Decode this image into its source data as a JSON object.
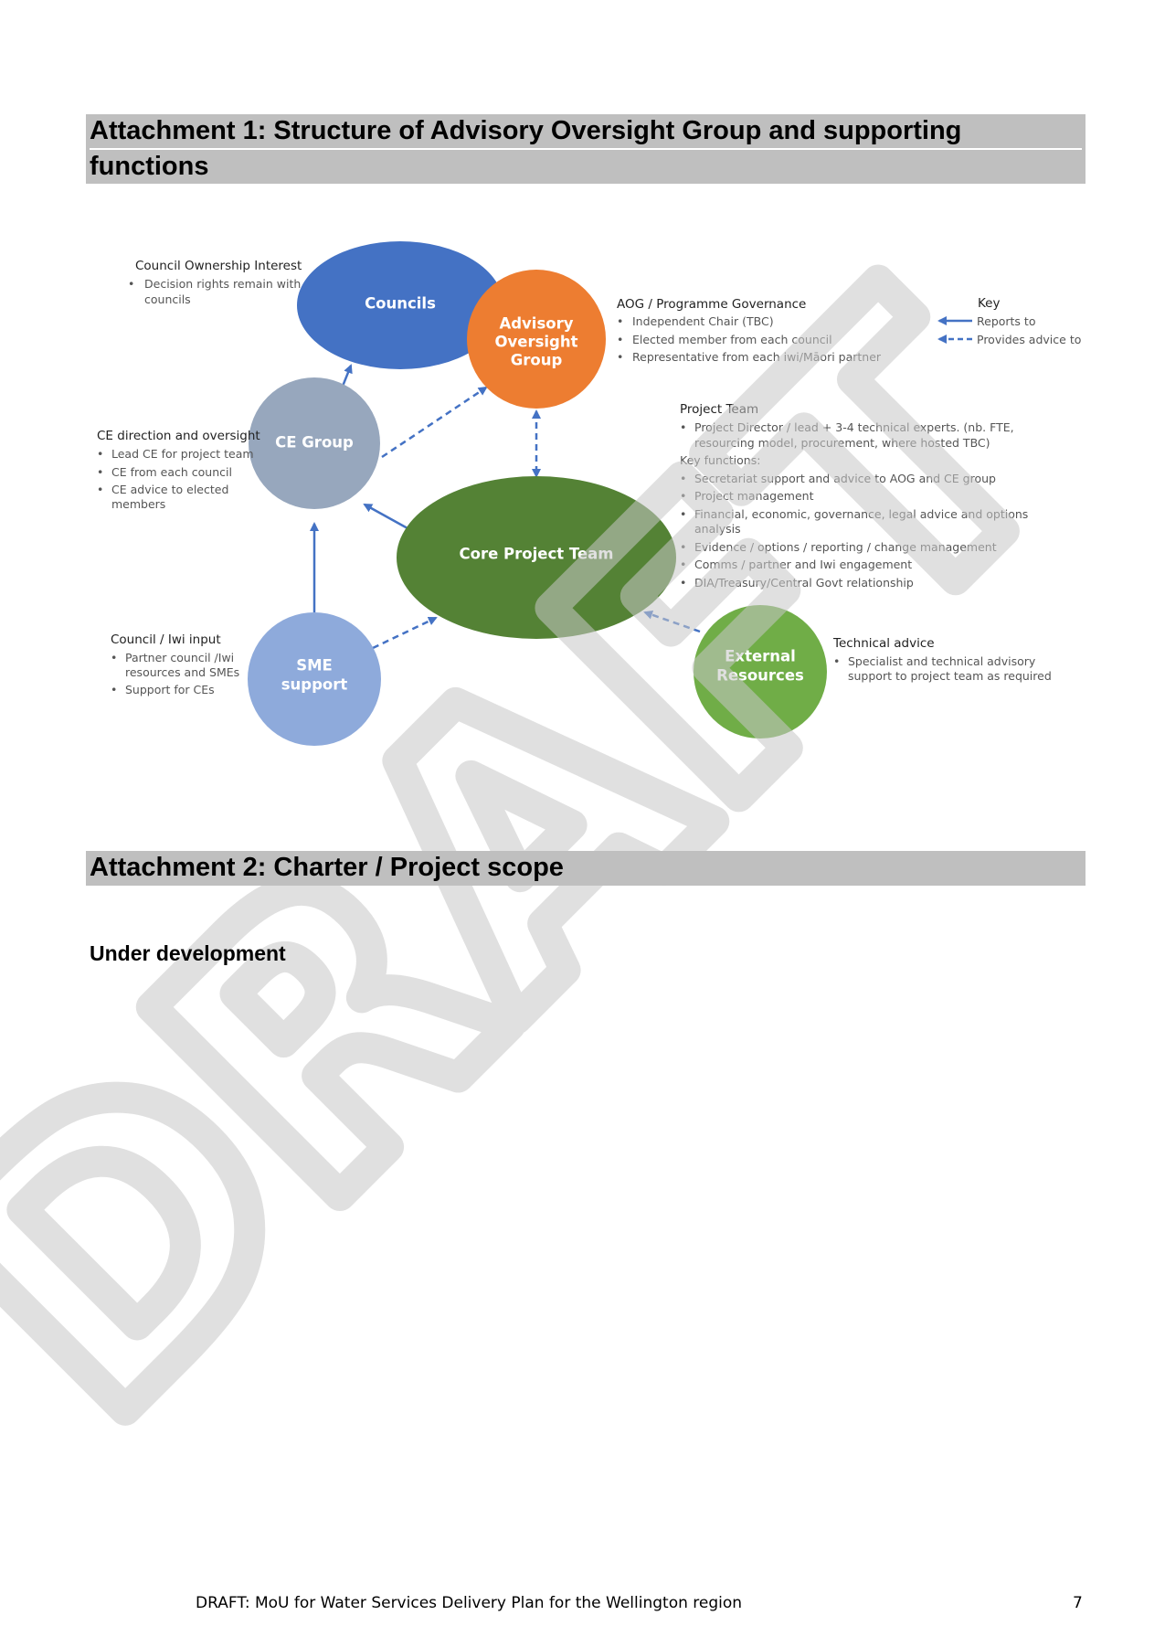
{
  "attachment1": {
    "title_line1": "Attachment 1: Structure of Advisory Oversight Group and supporting",
    "title_line2": "functions"
  },
  "diagram": {
    "nodes": {
      "councils": "Councils",
      "aog": [
        "Advisory",
        "Oversight",
        "Group"
      ],
      "ce_group": "CE Group",
      "core": "Core Project Team",
      "sme": [
        "SME",
        "support"
      ],
      "external": [
        "External",
        "Resources"
      ]
    },
    "council_note": {
      "heading": "Council Ownership Interest",
      "bullets": [
        [
          "Decision rights remain with",
          "councils"
        ]
      ]
    },
    "aog_note": {
      "heading": "AOG / Programme Governance",
      "bullets": [
        [
          "Independent Chair (TBC)"
        ],
        [
          "Elected member from each council"
        ],
        [
          "Representative from each iwi/Māori partner"
        ]
      ]
    },
    "key": {
      "heading": "Key",
      "reports_to": "Reports to",
      "advice_to": "Provides advice to"
    },
    "project_team_note": {
      "heading": "Project Team",
      "bullets": [
        [
          "Project Director / lead  + 3-4 technical experts. (nb. FTE,",
          "resourcing model, procurement, where hosted TBC)"
        ]
      ],
      "key_functions_label": "Key functions:",
      "functions": [
        [
          "Secretariat support and advice to AOG and CE group"
        ],
        [
          "Project management"
        ],
        [
          "Financial, economic, governance, legal advice and options",
          "analysis"
        ],
        [
          "Evidence / options / reporting / change management"
        ],
        [
          "Comms / partner and Iwi engagement"
        ],
        [
          "DIA/Treasury/Central Govt relationship"
        ]
      ]
    },
    "ce_note": {
      "heading": "CE direction and oversight",
      "bullets": [
        [
          "Lead CE for project team"
        ],
        [
          "CE from each council"
        ],
        [
          "CE advice to elected",
          "members"
        ]
      ]
    },
    "council_iwi_note": {
      "heading": "Council / Iwi input",
      "bullets": [
        [
          "Partner council /Iwi",
          "resources and SMEs"
        ],
        [
          "Support for CEs"
        ]
      ]
    },
    "technical_note": {
      "heading": "Technical advice",
      "bullets": [
        [
          "Specialist and technical advisory",
          "support to project team as required"
        ]
      ]
    },
    "colors": {
      "councils": "#4472c4",
      "aog": "#ed7d31",
      "ce_group": "#97a7bd",
      "core": "#548235",
      "sme": "#8eaadb",
      "external": "#70ad47",
      "arrow": "#4472c4"
    }
  },
  "watermark": "DRAFT",
  "attachment2": {
    "title": "Attachment 2: Charter / Project scope",
    "body": "Under development"
  },
  "footer": {
    "text": "DRAFT: MoU for Water Services Delivery Plan for the Wellington region",
    "page_number": "7"
  }
}
